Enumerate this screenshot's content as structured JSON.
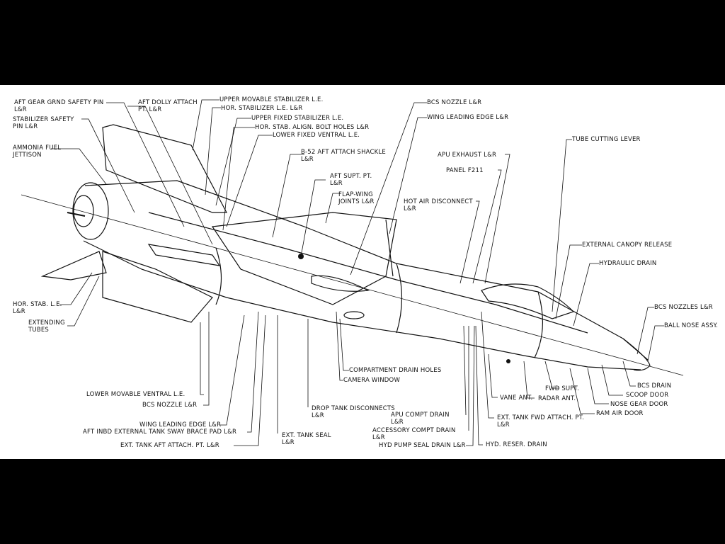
{
  "labels": {
    "aft_gear_pin": "AFT GEAR GRND SAFETY PIN\nL&R",
    "stab_safety_pin": "STABILIZER SAFETY\nPIN L&R",
    "ammonia_fuel": "AMMONIA FUEL\nJETTISON",
    "aft_dolly": "AFT DOLLY ATTACH\nPT. L&R",
    "upper_movable_stab": "UPPER MOVABLE STABILIZER L.E.",
    "hor_stab_le": "HOR. STABILIZER L.E. L&R",
    "upper_fixed_stab": "UPPER FIXED STABILIZER L.E.",
    "hor_stab_align": "HOR. STAB. ALIGN. BOLT HOLES L&R",
    "lower_fixed_ventral": "LOWER FIXED VENTRAL L.E.",
    "b52_aft_attach": "B-52 AFT ATTACH SHACKLE\nL&R",
    "aft_supt": "AFT SUPT. PT.\nL&R",
    "flap_wing": "FLAP-WING\nJOINTS L&R",
    "bcs_nozzle_top": "BCS NOZZLE L&R",
    "wing_le_top": "WING LEADING EDGE L&R",
    "apu_exhaust": "APU EXHAUST L&R",
    "panel_f211": "PANEL F211",
    "hot_air": "HOT AIR DISCONNECT\nL&R",
    "tube_cutting": "TUBE CUTTING LEVER",
    "ext_canopy": "EXTERNAL CANOPY RELEASE",
    "hydraulic_drain": "HYDRAULIC DRAIN",
    "bcs_nozzles_right": "BCS NOZZLES L&R",
    "ball_nose": "BALL NOSE ASSY.",
    "hor_stab_le_left": "HOR. STAB. L.E.\nL&R",
    "extending_tubes": "EXTENDING\nTUBES",
    "compartment_drain": "COMPARTMENT DRAIN HOLES",
    "camera_window": "CAMERA WINDOW",
    "lower_movable_ventral": "LOWER MOVABLE VENTRAL L.E.",
    "bcs_nozzle_bottom": "BCS NOZZLE L&R",
    "wing_le_bottom": "WING LEADING EDGE L&R",
    "aft_inbd": "AFT INBD EXTERNAL TANK SWAY BRACE PAD L&R",
    "ext_tank_aft": "EXT. TANK AFT ATTACH. PT. L&R",
    "drop_tank": "DROP TANK DISCONNECTS\nL&R",
    "ext_tank_seal": "EXT. TANK SEAL\nL&R",
    "apu_compt": "APU COMPT DRAIN\nL&R",
    "accessory_compt": "ACCESSORY COMPT DRAIN\nL&R",
    "hyd_pump": "HYD PUMP SEAL DRAIN L&R",
    "vane_ant": "VANE ANT.",
    "radar_ant": "RADAR ANT.",
    "fwd_supt": "FWD SUPT.",
    "ext_tank_fwd": "EXT. TANK FWD ATTACH. PT.\nL&R",
    "hyd_reser": "HYD. RESER. DRAIN",
    "bcs_drain": "BCS DRAIN",
    "scoop_door": "SCOOP DOOR",
    "nose_gear_door": "NOSE GEAR DOOR",
    "ram_air_door": "RAM AIR DOOR"
  }
}
